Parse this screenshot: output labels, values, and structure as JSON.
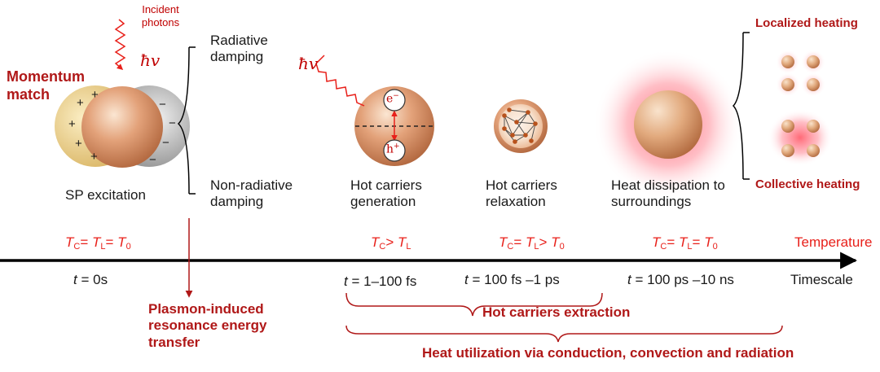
{
  "excitation": {
    "incident_photons": "Incident photons",
    "hv": "ħv",
    "momentum_match": "Momentum match",
    "plus_sign": "+",
    "minus_sign": "−",
    "sp_excitation": "SP excitation"
  },
  "damping": {
    "radiative": "Radiative damping",
    "non_radiative": "Non-radiative damping"
  },
  "stages": [
    {
      "label": "Hot carriers generation"
    },
    {
      "label": "Hot carriers relaxation"
    },
    {
      "label": "Heat dissipation to surroundings"
    }
  ],
  "carriers": {
    "electron": "e",
    "electron_sup": "−",
    "hole": "h",
    "hole_sup": "+",
    "hv": "ħv"
  },
  "heating": {
    "localized": "Localized heating",
    "collective": "Collective heating"
  },
  "temperature": {
    "row_label": "Temperature",
    "t0": {
      "a": "T",
      "a_sub": "C",
      "eq1": "= ",
      "b": "T",
      "b_sub": "L",
      "eq2": "= ",
      "c": "T",
      "c_sub": "0"
    },
    "t1": {
      "a": "T",
      "a_sub": "C",
      "op": "> ",
      "b": "T",
      "b_sub": "L"
    },
    "t2": {
      "a": "T",
      "a_sub": "C",
      "eq1": "= ",
      "b": "T",
      "b_sub": "L",
      "op": "> ",
      "c": "T",
      "c_sub": "0"
    },
    "t3": {
      "a": "T",
      "a_sub": "C",
      "eq1": "= ",
      "b": "T",
      "b_sub": "L",
      "eq2": "= ",
      "c": "T",
      "c_sub": "0"
    }
  },
  "timescale": {
    "row_label": "Timescale",
    "var": "t",
    "t0": " = 0s",
    "t1": " = 1–100 fs",
    "t2": " = 100 fs –1 ps",
    "t3": " = 100 ps –10 ns"
  },
  "outcomes": {
    "pirett": "Plasmon-induced resonance energy transfer",
    "extraction": "Hot carriers extraction",
    "utilization": "Heat utilization via conduction, convection and radiation"
  }
}
